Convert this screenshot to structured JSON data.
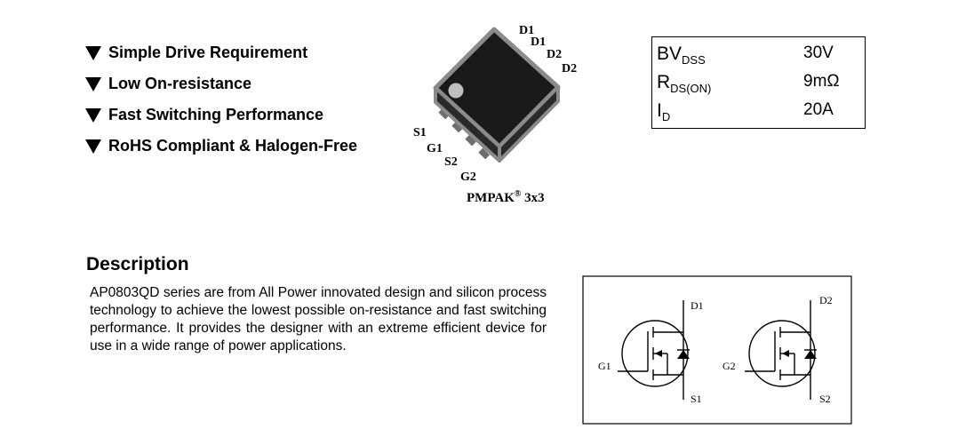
{
  "features": [
    "Simple Drive Requirement",
    "Low On-resistance",
    "Fast Switching Performance",
    "RoHS Compliant & Halogen-Free"
  ],
  "package": {
    "pin_labels_top": [
      "D1",
      "D1",
      "D2",
      "D2"
    ],
    "pin_labels_bottom": [
      "S1",
      "G1",
      "S2",
      "G2"
    ],
    "caption_name": "PMPAK",
    "caption_reg": "®",
    "caption_size": " 3x3"
  },
  "spec_table": {
    "rows": [
      {
        "param_main": "BV",
        "param_sub": "DSS",
        "value": "30V"
      },
      {
        "param_main": "R",
        "param_sub": "DS(ON)",
        "value": "9mΩ"
      },
      {
        "param_main": "I",
        "param_sub": "D",
        "value": "20A"
      }
    ]
  },
  "description": {
    "title": "Description",
    "body": "AP0803QD series are from All Power innovated design and silicon process technology to achieve the lowest possible on-resistance and fast switching performance. It provides the designer with an extreme efficient device for use in a wide range of power applications."
  },
  "schematic": {
    "left": {
      "drain": "D1",
      "gate": "G1",
      "source": "S1"
    },
    "right": {
      "drain": "D2",
      "gate": "G2",
      "source": "S2"
    }
  }
}
